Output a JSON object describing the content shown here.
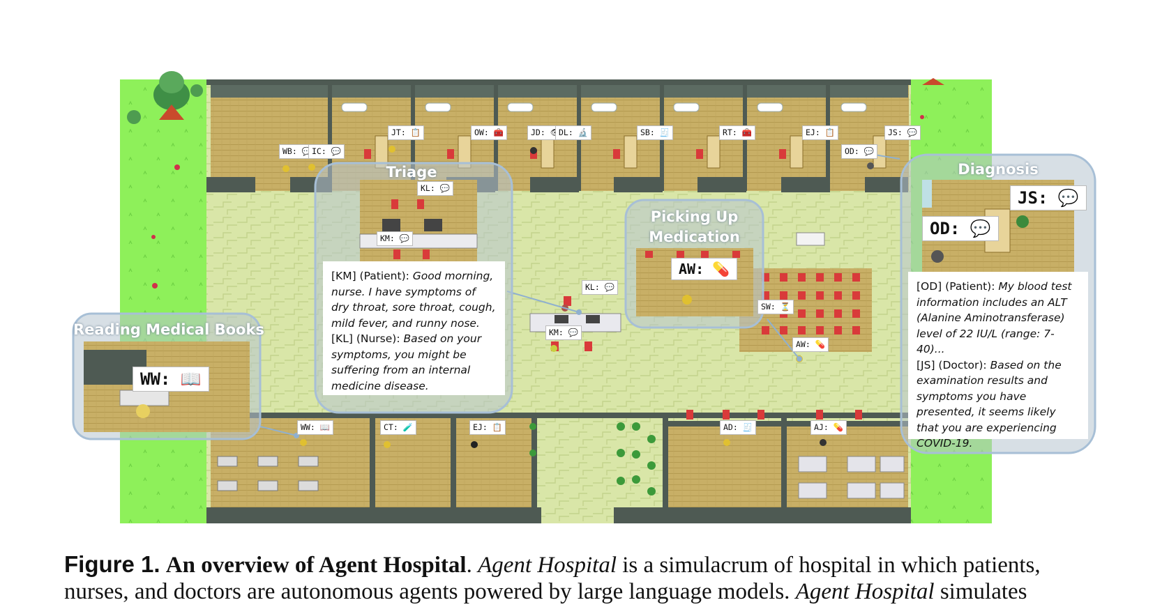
{
  "figure": {
    "caption_label": "Figure 1.",
    "caption_title": "An overview of Agent Hospital",
    "caption_line1_rest": "is a simulacrum of hospital in which patients,",
    "caption_name": "Agent Hospital",
    "caption_line2_start": "nurses, and doctors are autonomous agents powered by large language models.",
    "caption_line2_end": "simulates"
  },
  "callouts": {
    "triage": {
      "title": "Triage",
      "km_speaker": "[KM] (Patient):",
      "km_text": "Good morning, nurse.  I have symptoms of dry throat, sore throat, cough, mild fever, and runny nose.",
      "kl_speaker": "[KL] (Nurse):",
      "kl_text": "Based on your symptoms, you might be suffering from an internal medicine disease."
    },
    "diagnosis": {
      "title": "Diagnosis",
      "od_speaker": "[OD] (Patient):",
      "od_text": "My blood test information includes an ALT (Alanine Aminotransferase) level of 22 IU/L (range: 7-40)...",
      "js_speaker": "[JS] (Doctor):",
      "js_text": "Based on the examination results and symptoms you have presented, it seems likely that you are experiencing COVID-19."
    },
    "medication": {
      "title_line1": "Picking Up",
      "title_line2": "Medication"
    },
    "reading": {
      "title": "Reading Medical Books"
    }
  },
  "agent_tags": {
    "wb": "WB: 💬",
    "ic": "IC: 💬",
    "jt": "JT: 📋",
    "ow": "OW: 🧰",
    "jd": "JD: 👁",
    "dl": "DL: 🔬",
    "sb": "SB: 🧾",
    "rt": "RT: 🧰",
    "ej_top": "EJ: 📋",
    "js_top": "JS: 💬",
    "od_top": "OD: 💬",
    "kl_hall": "KL: 💬",
    "km_hall": "KM: 💬",
    "sw": "SW: ⏳",
    "aw_hall": "AW: 💊",
    "ww_room": "WW: 📖",
    "ct": "CT: 🧪",
    "ej_bottom": "EJ: 📋",
    "ad": "AD: 🧾",
    "aj": "AJ: 💊",
    "kl_zoom": "KL: 💬",
    "km_zoom": "KM: 💬",
    "aw_zoom": "AW: 💊",
    "ww_zoom": "WW: 📖",
    "js_zoom": "JS: 💬",
    "od_zoom": "OD: 💬"
  },
  "colors": {
    "grass": "#8ef05a",
    "floor": "#d6e4a2",
    "wall": "#4e5a53",
    "room": "#c9b16a",
    "lens": "#b6c4cf",
    "chair": "#d93a3a"
  }
}
